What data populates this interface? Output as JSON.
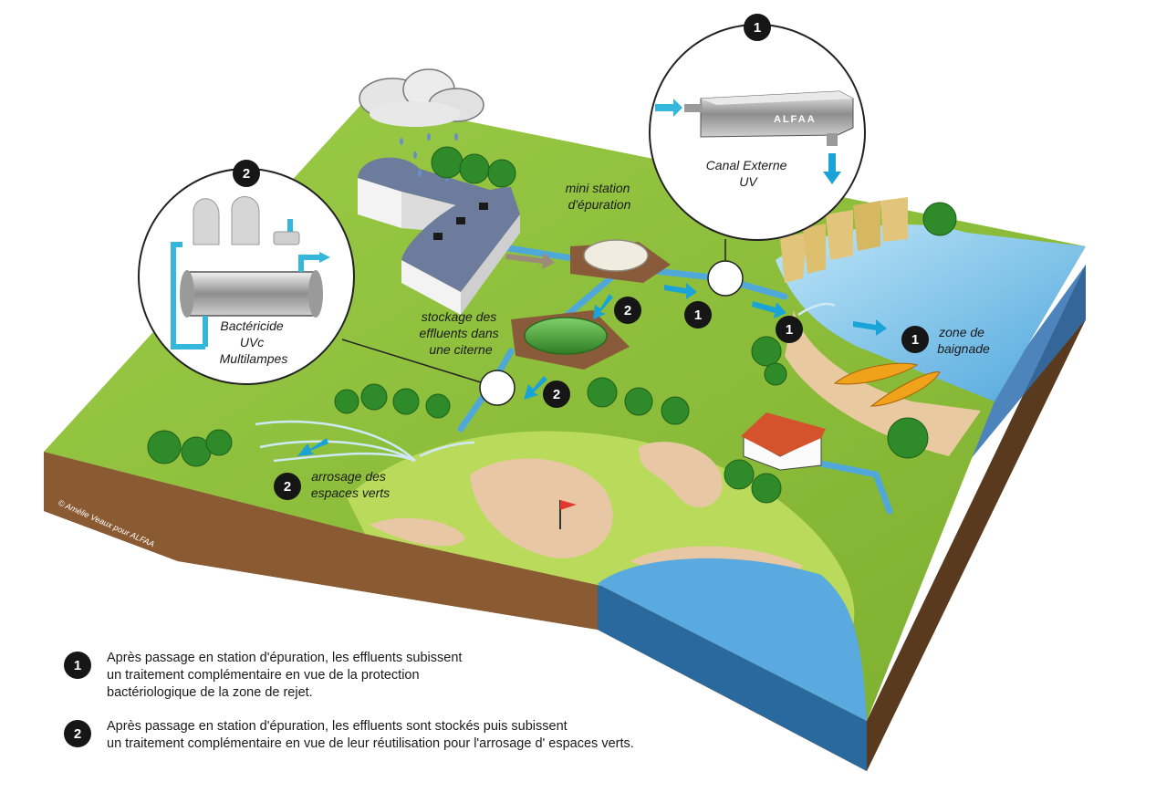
{
  "labels": {
    "mini_station": "mini station\nd'épuration",
    "stockage": "stockage des\neffluents dans\nune citerne",
    "arrosage": "arrosage des\nespaces verts",
    "zone_baignade": "zone de\nbaignade",
    "canal_externe": "Canal Externe\nUV",
    "bactericide": "Bactéricide\nUVc\nMultilampes"
  },
  "brand": "ALFAA",
  "credit": "© Amélie Veaux pour ALFAA",
  "markers": {
    "one": "1",
    "two": "2"
  },
  "legend": [
    {
      "number": "1",
      "text": "Après passage en station d'épuration, les effluents subissent\nun traitement complémentaire en vue de la protection\nbactériologique de la zone de rejet."
    },
    {
      "number": "2",
      "text": "Après passage en station d'épuration, les effluents sont stockés puis subissent\nun traitement complémentaire en vue de leur réutilisation pour l'arrosage d' espaces verts."
    }
  ],
  "colors": {
    "grass": "#8fbf3a",
    "water": "#4aa3d8",
    "soil": "#7a4f2c",
    "flow_arrow": "#1aa3d6",
    "marker": "#161616"
  }
}
